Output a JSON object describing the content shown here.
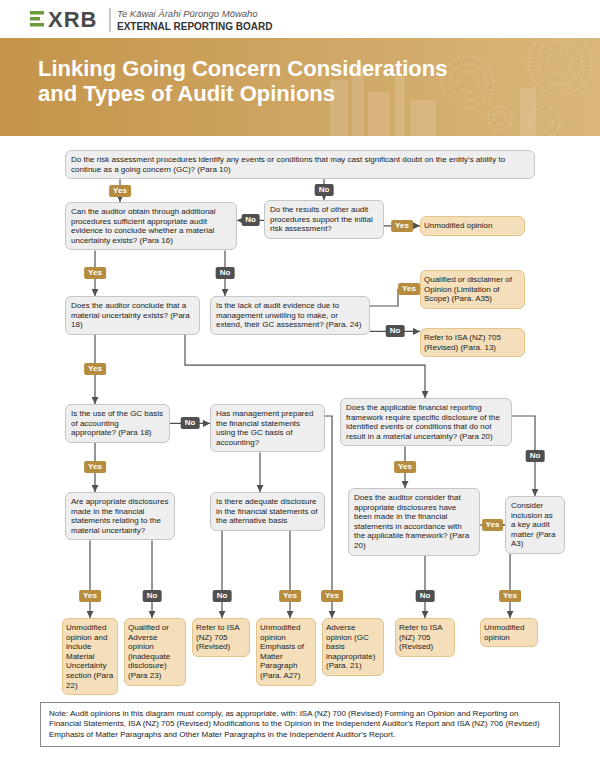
{
  "diagram": {
    "title": "Linking Going Concern Considerations and Types of Audit Opinions",
    "nodes": [
      {
        "text": [
          "Do the risk assessment procedures identify any events or conditions that may cast significant doubt on the entity's ability to continue as a going concern (GC)? (Para 10)"
        ]
      },
      {
        "text": [
          "Can the auditor obtain through additional procedures sufficient appropriate audit evidence to conclude whether a material uncertainty exists? (Para 16)"
        ]
      },
      {
        "text": [
          "Do the results of other audit procedures support the initial risk assessment?"
        ]
      },
      {
        "text": [
          "Unmodified opinion"
        ]
      },
      {
        "text": [
          "Does the auditor conclude that a material uncertainty exists? (Para 18)"
        ]
      },
      {
        "text": [
          "Is the lack of audit evidence due to management unwilling to make, or extend, their GC assessment? (Para. 24)"
        ]
      },
      {
        "text": [
          "Qualified or disclaimer of Opinion (Limitation of Scope) (Para. A35)"
        ]
      },
      {
        "text": [
          "Refer to ISA (NZ) 705 (Revised) (Para. 13)"
        ]
      },
      {
        "text": [
          "Is the use of the GC basis of accounting appropriate? (Para 18)"
        ]
      },
      {
        "text": [
          "Has management prepared the financial statements using the GC basis of accounting?"
        ]
      },
      {
        "text": [
          "Does the applicable financial reporting framework require specific disclosure of the identified events or conditions that do not result in a material uncertainty? (Para 20)"
        ]
      },
      {
        "text": [
          "Are appropriate disclosures made in the financial statements relating to the material uncertainty?"
        ]
      },
      {
        "text": [
          "Is there adequate disclosure in the financial statements of the alternative basis"
        ]
      },
      {
        "text": [
          "Does the auditor consider that appropriate disclosures have been made in the financial statements in accordance with the applicable framework? (Para 20)"
        ]
      },
      {
        "text": [
          "Consider inclusion as a key audit matter (Para A3)"
        ]
      },
      {
        "text": [
          "Unmodified opinion and include Material Uncertainty section (Para 22)"
        ]
      },
      {
        "text": [
          "Qualified or Adverse opinion (inadequate disclosure) (Para 23)"
        ]
      },
      {
        "text": [
          "Refer to ISA (NZ) 705 (Revised)"
        ]
      },
      {
        "text": [
          "Unmodified opinion Emphasis of Matter Paragraph (Para. A27)"
        ]
      },
      {
        "text": [
          "Adverse opinion (GC basis inappropriate) (Para. 21)"
        ]
      },
      {
        "text": [
          "Refer to ISA (NZ) 705 (Revised)"
        ]
      },
      {
        "text": [
          "Unmodified opinion"
        ]
      },
      {
        "text": [
          "Note: Audit opinions in this diagram must comply, as appropriate, with: ISA (NZ) 700 (Revised) Forming an Opinion and Reporting on Financial Statements, ISA (NZ) 705 (Revised) Modifications to the Opinion in the Independent Auditor's Report and ISA (NZ) 706 (Revised) Emphasis of Matter Paragraphs and Other Mater Paragraphs in the Independent Auditor's Report."
        ]
      }
    ],
    "edges": [
      {
        "from": 0,
        "to": 1,
        "label": "Yes",
        "arrow": "to"
      },
      {
        "from": 0,
        "to": 2,
        "label": "No",
        "arrow": "to"
      },
      {
        "from": 2,
        "to": 3,
        "label": "Yes",
        "arrow": "to"
      },
      {
        "from": 2,
        "to": 1,
        "label": "No",
        "arrow": "to"
      },
      {
        "from": 1,
        "to": 4,
        "label": "Yes",
        "arrow": "to"
      },
      {
        "from": 1,
        "to": 5,
        "label": "No",
        "arrow": "to"
      },
      {
        "from": 5,
        "to": 6,
        "label": "Yes",
        "arrow": "to"
      },
      {
        "from": 5,
        "to": 7,
        "label": "No",
        "arrow": "to"
      },
      {
        "from": 4,
        "to": 8,
        "label": "Yes",
        "arrow": "to"
      },
      {
        "from": 4,
        "to": 10,
        "arrow": "to"
      },
      {
        "from": 8,
        "to": 11,
        "label": "Yes",
        "arrow": "to"
      },
      {
        "from": 8,
        "to": 9,
        "label": "No",
        "arrow": "to"
      },
      {
        "from": 9,
        "to": 12,
        "arrow": "to"
      },
      {
        "from": 9,
        "to": 19,
        "label": "Yes",
        "arrow": "to"
      },
      {
        "from": 11,
        "to": 15,
        "label": "Yes",
        "arrow": "to"
      },
      {
        "from": 11,
        "to": 16,
        "label": "No",
        "arrow": "to"
      },
      {
        "from": 12,
        "to": 17,
        "label": "No",
        "arrow": "to"
      },
      {
        "from": 12,
        "to": 18,
        "label": "Yes",
        "arrow": "to"
      },
      {
        "from": 10,
        "to": 13,
        "label": "Yes",
        "arrow": "to"
      },
      {
        "from": 10,
        "to": 14,
        "label": "No",
        "arrow": "to"
      },
      {
        "from": 13,
        "to": 14,
        "label": "Yes",
        "arrow": "to"
      },
      {
        "from": 13,
        "to": 20,
        "label": "No",
        "arrow": "to"
      },
      {
        "from": 14,
        "to": 21,
        "label": "Yes",
        "arrow": "to"
      }
    ],
    "labels": [
      "XRB",
      "Te Kāwai Ārahi Pūrongo Mōwaho",
      "EXTERNAL REPORTING BOARD"
    ]
  }
}
